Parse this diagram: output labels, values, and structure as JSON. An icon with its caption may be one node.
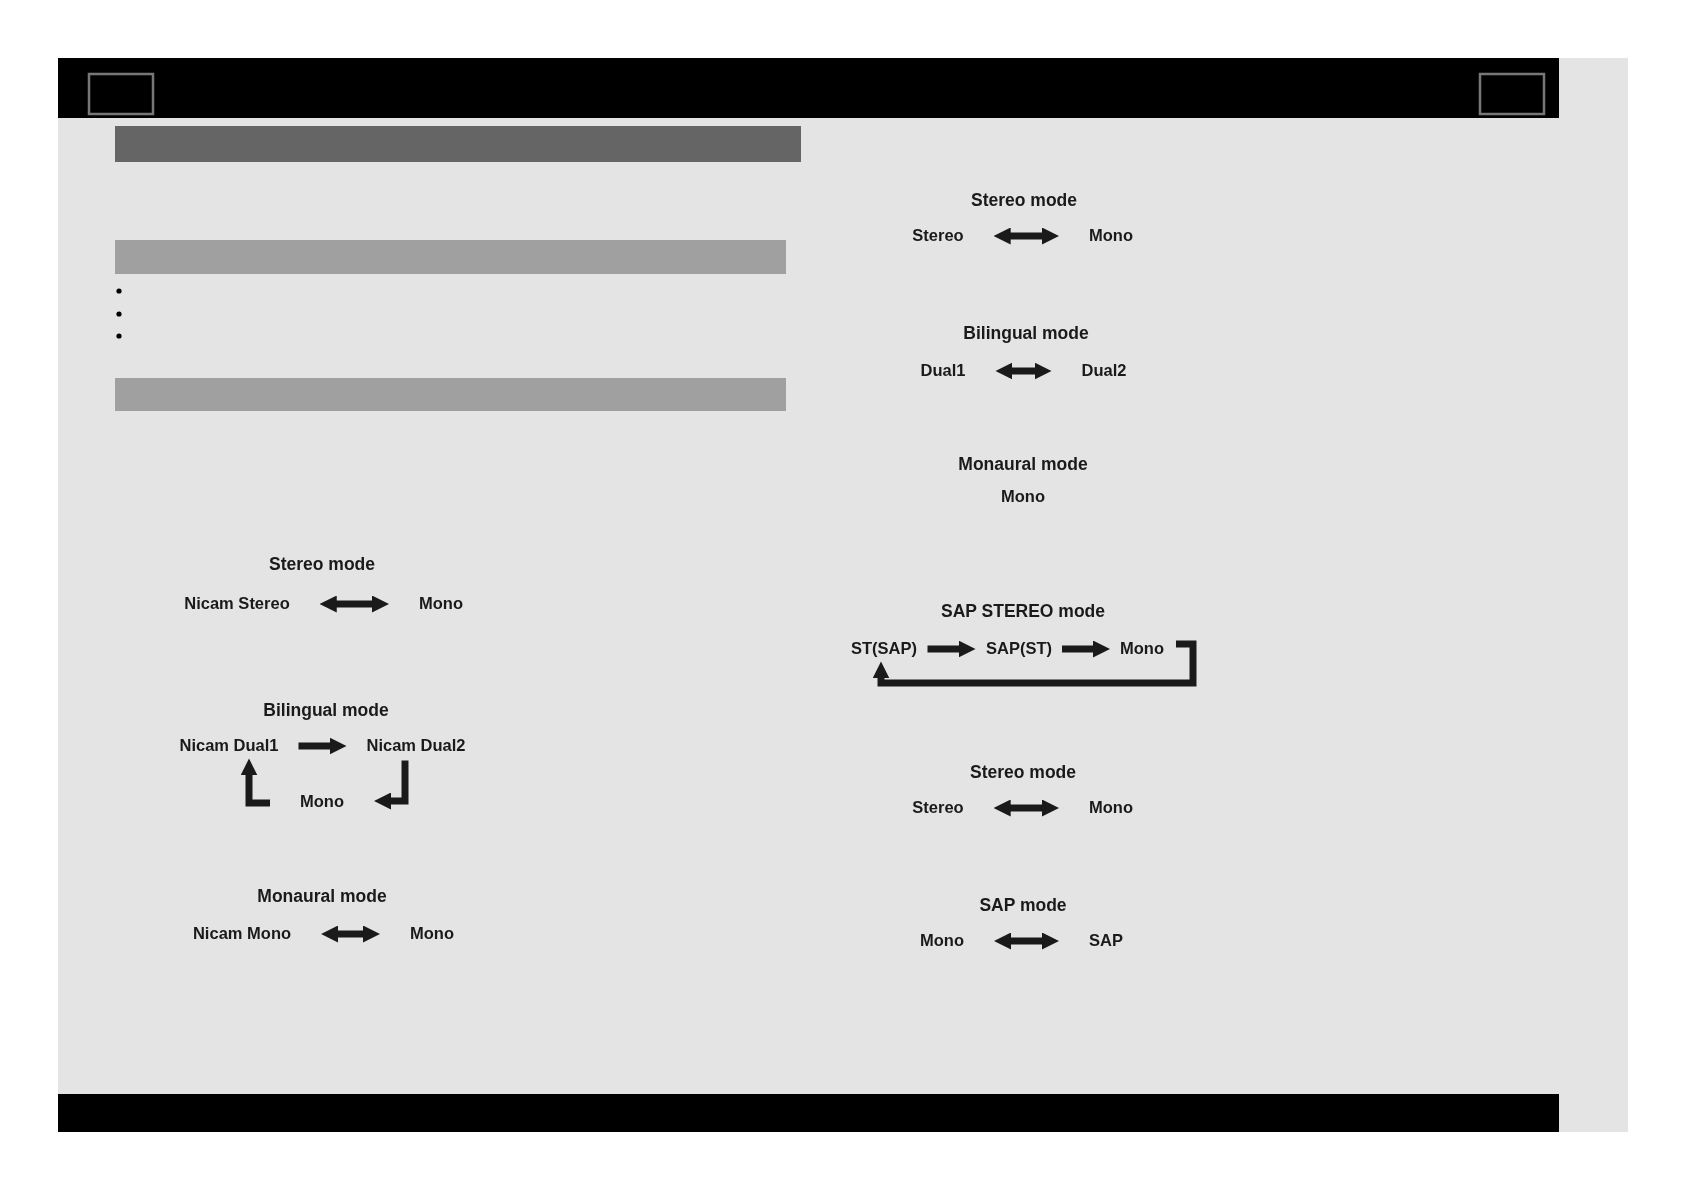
{
  "diagram": {
    "nodes": [
      {
        "text": [
          "Nicam Stereo"
        ]
      },
      {
        "text": [
          "Mono"
        ]
      },
      {
        "text": [
          "Nicam Dual1"
        ]
      },
      {
        "text": [
          "Nicam Dual2"
        ]
      },
      {
        "text": [
          "Mono"
        ]
      },
      {
        "text": [
          "Nicam Mono"
        ]
      },
      {
        "text": [
          "Mono"
        ]
      },
      {
        "text": [
          "Stereo"
        ]
      },
      {
        "text": [
          "Mono"
        ]
      },
      {
        "text": [
          "Dual1"
        ]
      },
      {
        "text": [
          "Dual2"
        ]
      },
      {
        "text": [
          "ST(SAP)"
        ]
      },
      {
        "text": [
          "SAP(ST)"
        ]
      },
      {
        "text": [
          "Mono"
        ]
      },
      {
        "text": [
          "Stereo"
        ]
      },
      {
        "text": [
          "Mono"
        ]
      },
      {
        "text": [
          "Mono"
        ]
      },
      {
        "text": [
          "SAP"
        ]
      }
    ],
    "edges": [
      {
        "from": 0,
        "to": 1,
        "arrow": "both"
      },
      {
        "from": 2,
        "to": 3,
        "arrow": "to"
      },
      {
        "from": 3,
        "to": 4,
        "arrow": "to"
      },
      {
        "from": 4,
        "to": 2,
        "arrow": "to"
      },
      {
        "from": 5,
        "to": 6,
        "arrow": "both"
      },
      {
        "from": 7,
        "to": 8,
        "arrow": "both"
      },
      {
        "from": 9,
        "to": 10,
        "arrow": "both"
      },
      {
        "from": 11,
        "to": 12,
        "arrow": "to"
      },
      {
        "from": 12,
        "to": 13,
        "arrow": "to"
      },
      {
        "from": 13,
        "to": 11,
        "arrow": "to"
      },
      {
        "from": 14,
        "to": 15,
        "arrow": "both"
      },
      {
        "from": 16,
        "to": 17,
        "arrow": "both"
      }
    ],
    "labels": [
      "Stereo mode",
      "Bilingual mode",
      "Monaural mode",
      "Stereo mode",
      "Bilingual mode",
      "Monaural mode",
      "Mono",
      "SAP STEREO mode",
      "Stereo mode",
      "SAP mode"
    ]
  }
}
